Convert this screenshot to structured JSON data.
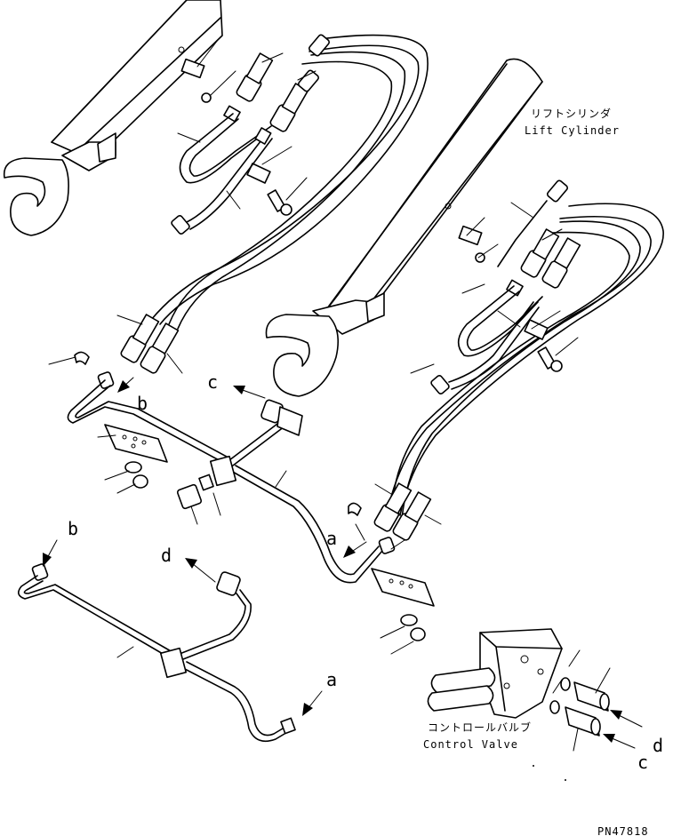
{
  "labels": {
    "lift_cylinder_jp": "リフトシリンダ",
    "lift_cylinder_en": "Lift Cylinder",
    "control_valve_jp": "コントロールバルブ",
    "control_valve_en": "Control Valve",
    "part_number": "PN47818"
  },
  "arrows": {
    "a": "a",
    "b": "b",
    "c": "c",
    "d": "d"
  }
}
